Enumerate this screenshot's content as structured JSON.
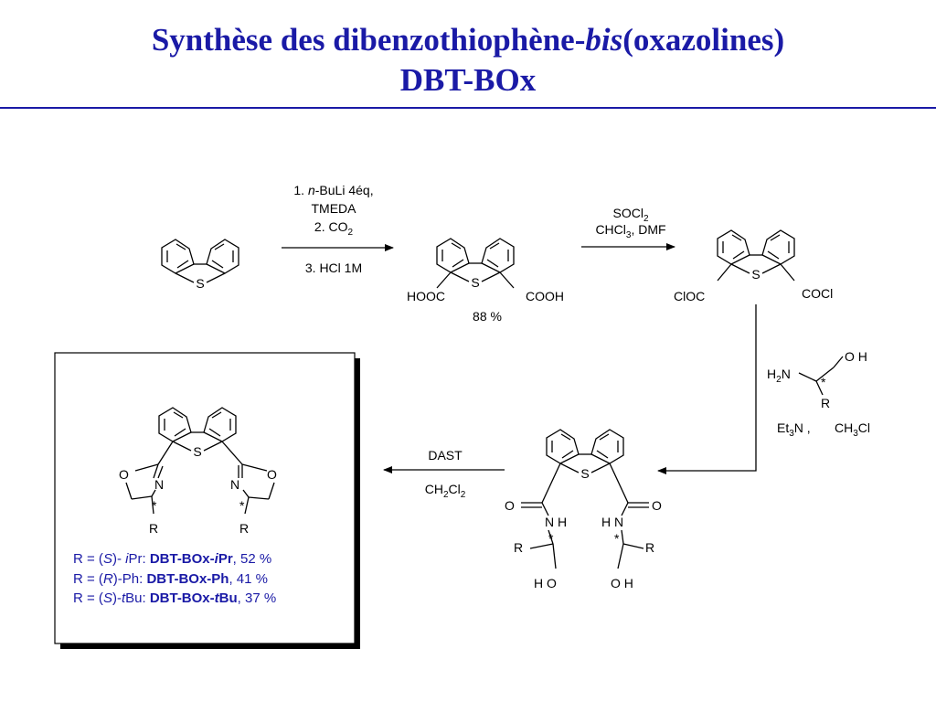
{
  "slide": {
    "title_line1_pre": "Synthèse des dibenzothiophène-",
    "title_line1_italic": "bis",
    "title_line1_post": "(oxazolines)",
    "title_line2": "DBT-BOx"
  },
  "colors": {
    "title": "#1a1aa6",
    "results": "#1a1aa6"
  },
  "atoms": {
    "sulfur": "S",
    "nitrogen": "N",
    "oxygen": "O",
    "hydrogen": "H",
    "stereo": "*",
    "rgroup": "R"
  },
  "step1": {
    "line1_num": "1. ",
    "line1_italic": "n",
    "line1_rest": "-BuLi  4éq,",
    "line2": "TMEDA",
    "line3_pre": "2. CO",
    "line3_sub": "2",
    "line4": "3. HCl 1M"
  },
  "diacid": {
    "left_label": "HOOC",
    "right_label": "COOH",
    "yield": "88 %"
  },
  "step2": {
    "line1_pre": "SOCl",
    "line1_sub": "2",
    "line2_pre": "CHCl",
    "line2_sub": "3",
    "line2_post": ", DMF"
  },
  "dichloride": {
    "left_label": "ClOC",
    "right_label": "COCl"
  },
  "aminoalcohol": {
    "oh_label": "O H",
    "h2n_pre": "H",
    "h2n_sub": "2",
    "h2n_post": "N"
  },
  "step3": {
    "et_pre": "Et",
    "et_sub": "3",
    "et_post": "N ,",
    "ch_pre": "CH",
    "ch_sub": "3",
    "ch_post": "Cl"
  },
  "step4": {
    "line1": "DAST",
    "line2_pre": "CH",
    "line2_sub": "2",
    "line2_mid": "Cl",
    "line2_sub2": "2"
  },
  "diamide": {
    "nh_left": "N H",
    "nh_right": "H N",
    "oh_left": "H O",
    "oh_right": "O H"
  },
  "results": [
    {
      "p1": "R = (",
      "i1": "S",
      "p2": ")- ",
      "i2": "i",
      "p3": "Pr: ",
      "b1": "DBT-BOx-",
      "bi": "i",
      "b2": "Pr",
      "tail": ",  52 %"
    },
    {
      "p1": "R = (",
      "i1": "R",
      "p2": ")-Ph: ",
      "i2": "",
      "p3": "",
      "b1": "DBT-BOx-Ph",
      "bi": "",
      "b2": "",
      "tail": ", 41 %"
    },
    {
      "p1": "R = (",
      "i1": "S",
      "p2": ")-",
      "i2": "t",
      "p3": "Bu: ",
      "b1": "DBT-BOx-",
      "bi": "t",
      "b2": "Bu",
      "tail": ", 37 %"
    }
  ]
}
